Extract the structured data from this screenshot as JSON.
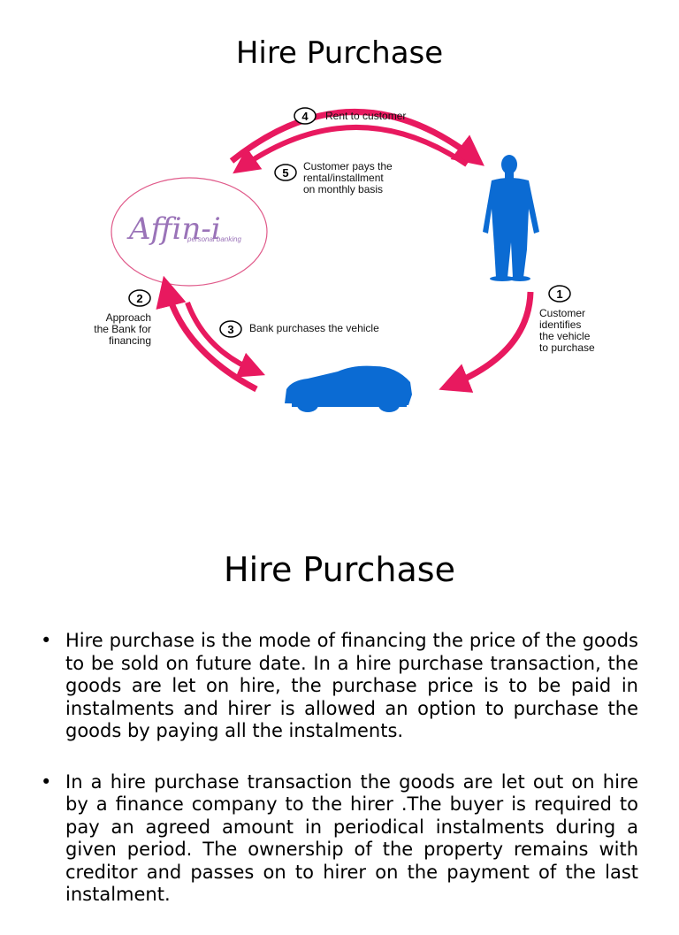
{
  "slide1": {
    "title": "Hire Purchase",
    "logo": {
      "name": "Affin-i",
      "tagline": "personal banking"
    },
    "steps": [
      {
        "number": "1",
        "lines": [
          "Customer",
          "identifies",
          "the vehicle",
          "to purchase"
        ]
      },
      {
        "number": "2",
        "lines": [
          "Approach",
          "the Bank for",
          "financing"
        ]
      },
      {
        "number": "3",
        "lines": [
          "Bank purchases the vehicle"
        ]
      },
      {
        "number": "4",
        "lines": [
          "Rent to customer"
        ]
      },
      {
        "number": "5",
        "lines": [
          "Customer pays the",
          "rental/installment",
          "on monthly basis"
        ]
      }
    ],
    "colors": {
      "arrow": "#e8195f",
      "silhouette": "#0b6bd3",
      "logo": "#9a73b8",
      "logo_ring": "#e05a8a"
    }
  },
  "slide2": {
    "title": "Hire Purchase",
    "bullets": [
      "Hire purchase is the mode of financing the price of the goods to be sold on future date. In a hire purchase transaction, the goods are let on hire, the purchase price is to be paid in instalments and hirer is allowed an option to purchase the goods by paying all the instalments.",
      "In a hire purchase transaction the goods are let out on hire by a finance company to the hirer .The buyer is required to pay an agreed amount in periodical instalments during a given period. The ownership of the property remains with creditor and passes on to hirer on the payment of the last instalment."
    ]
  }
}
